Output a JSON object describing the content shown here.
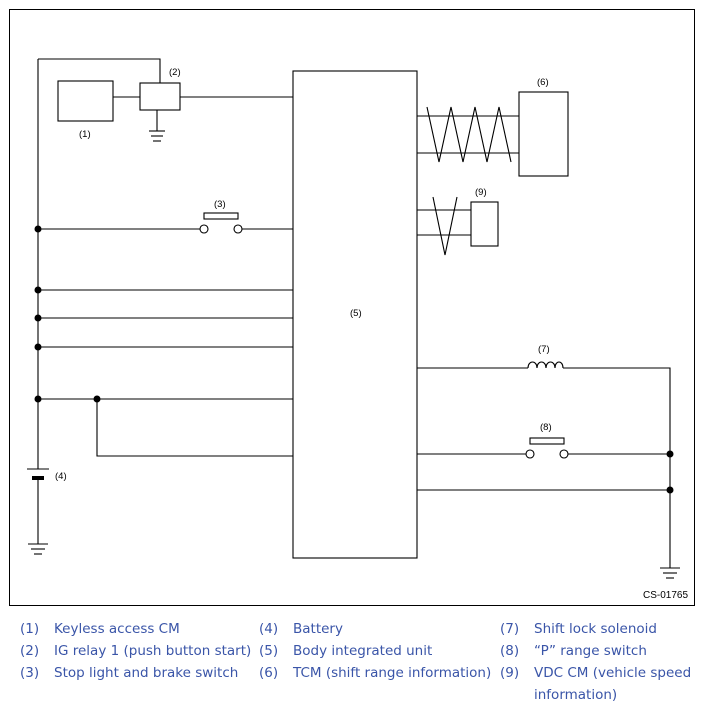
{
  "diagram": {
    "labels": {
      "c1": "(1)",
      "c2": "(2)",
      "c3": "(3)",
      "c4": "(4)",
      "c5": "(5)",
      "c6": "(6)",
      "c7": "(7)",
      "c8": "(8)",
      "c9": "(9)"
    },
    "figure_code": "CS-01765"
  },
  "legend": {
    "columns": [
      [
        {
          "num": "(1)",
          "text": "Keyless access CM"
        },
        {
          "num": "(2)",
          "text": "IG relay 1 (push button start)"
        },
        {
          "num": "(3)",
          "text": "Stop light and brake switch"
        }
      ],
      [
        {
          "num": "(4)",
          "text": "Battery"
        },
        {
          "num": "(5)",
          "text": "Body integrated unit"
        },
        {
          "num": "(6)",
          "text": "TCM (shift range information)"
        }
      ],
      [
        {
          "num": "(7)",
          "text": "Shift lock solenoid"
        },
        {
          "num": "(8)",
          "text": "“P” range switch"
        },
        {
          "num": "(9)",
          "text": "VDC CM (vehicle speed information)"
        }
      ]
    ]
  }
}
